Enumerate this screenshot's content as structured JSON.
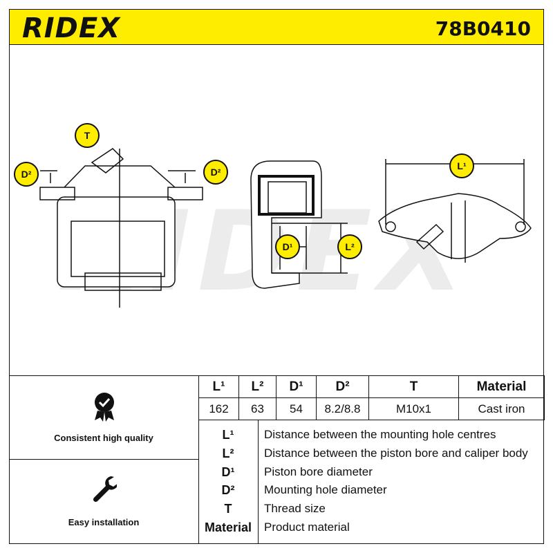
{
  "header": {
    "brand": "RIDEX",
    "code": "78B0410"
  },
  "watermark": "RIDEX",
  "badges": {
    "t": "T",
    "d2_left": "D²",
    "d2_right": "D²",
    "d1": "D¹",
    "l2": "L²",
    "l1": "L¹"
  },
  "features": [
    {
      "label": "Consistent high quality",
      "icon": "quality-check-icon"
    },
    {
      "label": "Easy installation",
      "icon": "wrench-icon"
    }
  ],
  "spec_table": {
    "headers": [
      "L¹",
      "L²",
      "D¹",
      "D²",
      "T",
      "Material"
    ],
    "values": [
      "162",
      "63",
      "54",
      "8.2/8.8",
      "M10x1",
      "Cast iron"
    ]
  },
  "legend": [
    {
      "key": "L¹",
      "desc": "Distance between the mounting hole centres"
    },
    {
      "key": "L²",
      "desc": "Distance between the piston bore and caliper body"
    },
    {
      "key": "D¹",
      "desc": "Piston bore diameter"
    },
    {
      "key": "D²",
      "desc": "Mounting hole diameter"
    },
    {
      "key": "T",
      "desc": "Thread size"
    },
    {
      "key": "Material",
      "desc": "Product material"
    }
  ],
  "colors": {
    "accent": "#ffed00",
    "line": "#111111"
  }
}
